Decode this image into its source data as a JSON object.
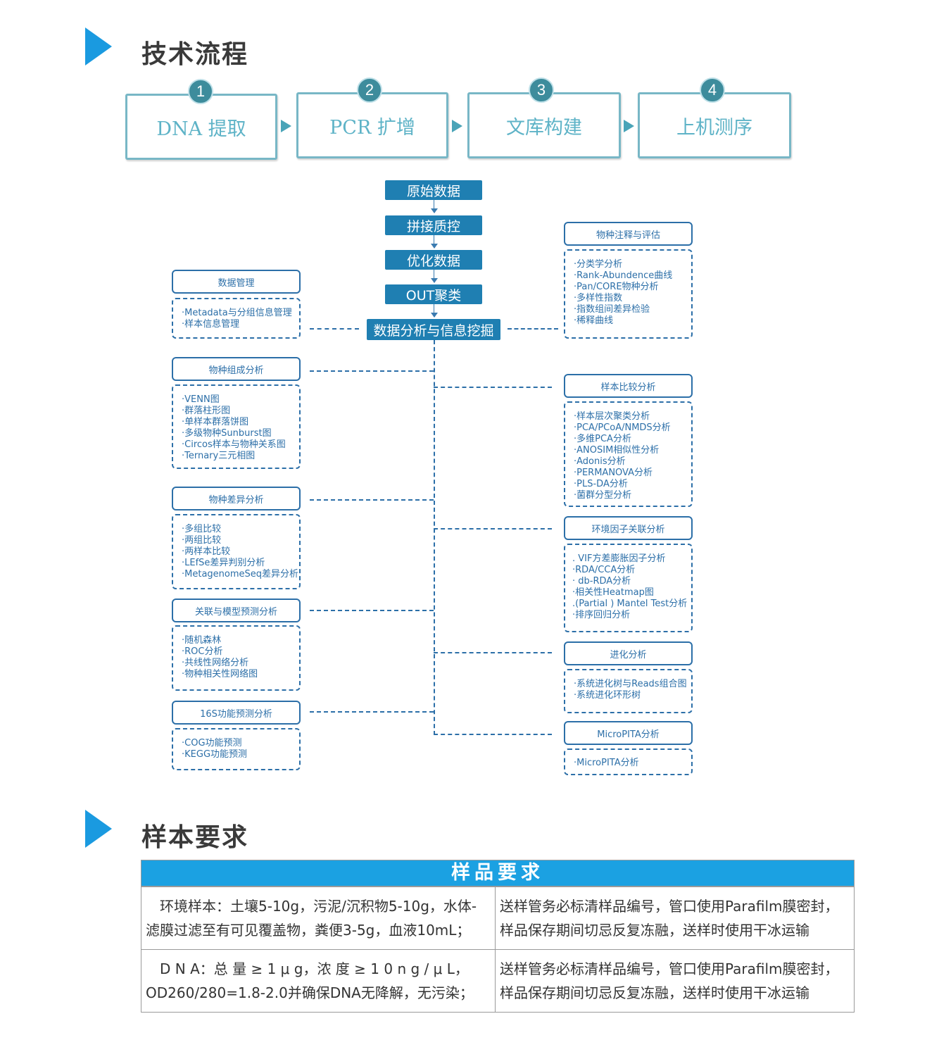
{
  "section1": {
    "title": "技术流程"
  },
  "steps": [
    {
      "num": "1",
      "label": "DNA 提取"
    },
    {
      "num": "2",
      "label": "PCR 扩增"
    },
    {
      "num": "3",
      "label": "文库构建"
    },
    {
      "num": "4",
      "label": "上机测序"
    }
  ],
  "pipeline": [
    "原始数据",
    "拼接质控",
    "优化数据",
    "OUT聚类",
    "数据分析与信息挖掘"
  ],
  "left_modules": [
    {
      "title": "数据管理",
      "items": [
        "·Metadata与分组信息管理",
        "·样本信息管理"
      ]
    },
    {
      "title": "物种组成分析",
      "items": [
        "·VENN图",
        "·群落柱形图",
        "·单样本群落饼图",
        "·多级物种Sunburst图",
        "·Circos样本与物种关系图",
        "·Ternary三元相图"
      ]
    },
    {
      "title": "物种差异分析",
      "items": [
        "·多组比较",
        "·两组比较",
        "·两样本比较",
        "·LEfSe差异判别分析",
        "·MetagenomeSeq差异分析"
      ]
    },
    {
      "title": "关联与模型预测分析",
      "items": [
        "·随机森林",
        "·ROC分析",
        "·共线性网络分析",
        "·物种相关性网络图"
      ]
    },
    {
      "title": "16S功能预测分析",
      "items": [
        "·COG功能预测",
        "·KEGG功能预测"
      ]
    }
  ],
  "right_modules": [
    {
      "title": "物种注释与评估",
      "items": [
        "·分类学分析",
        "·Rank-Abundence曲线",
        "·Pan/CORE物种分析",
        "·多样性指数",
        "·指数组间差异检验",
        "·稀释曲线"
      ]
    },
    {
      "title": "样本比较分析",
      "items": [
        "·样本层次聚类分析",
        "·PCA/PCoA/NMDS分析",
        "·多维PCA分析",
        "·ANOSIM相似性分析",
        "·Adonis分析",
        "·PERMANOVA分析",
        "·PLS-DA分析",
        "·菌群分型分析"
      ]
    },
    {
      "title": "环境因子关联分析",
      "items": [
        ". VIF方差膨胀因子分析",
        "·RDA/CCA分析",
        "· db-RDA分析",
        "·相关性Heatmap图",
        ".(Partial ) Mantel Test分析",
        "·排序回归分析"
      ]
    },
    {
      "title": "进化分析",
      "items": [
        "·系统进化树与Reads组合图",
        "·系统进化环形树"
      ]
    },
    {
      "title": "MicroPITA分析",
      "items": [
        "·MicroPITA分析"
      ]
    }
  ],
  "section2": {
    "title": "样本要求"
  },
  "table": {
    "header": "样品要求",
    "rows": [
      {
        "left": "　环境样本：土壤5-10g，污泥/沉积物5-10g，水体-滤膜过滤至有可见覆盖物，粪便3-5g，血液10mL；",
        "right": "送样管务必标清样品编号，管口使用Parafilm膜密封，样品保存期间切忌反复冻融，送样时使用干冰运输"
      },
      {
        "left": "　D N A：总 量 ≥ 1 μ g，浓 度 ≥ 1 0 n g / μ L，OD260/280=1.8-2.0并确保DNA无降解，无污染；",
        "right": "送样管务必标清样品编号，管口使用Parafilm膜密封，样品保存期间切忌反复冻融，送样时使用干冰运输"
      }
    ]
  },
  "colors": {
    "accent": "#1a9ae0",
    "step_border": "#78b7c6",
    "module_line": "#2c6fa8",
    "pill": "#1f7fb2"
  }
}
